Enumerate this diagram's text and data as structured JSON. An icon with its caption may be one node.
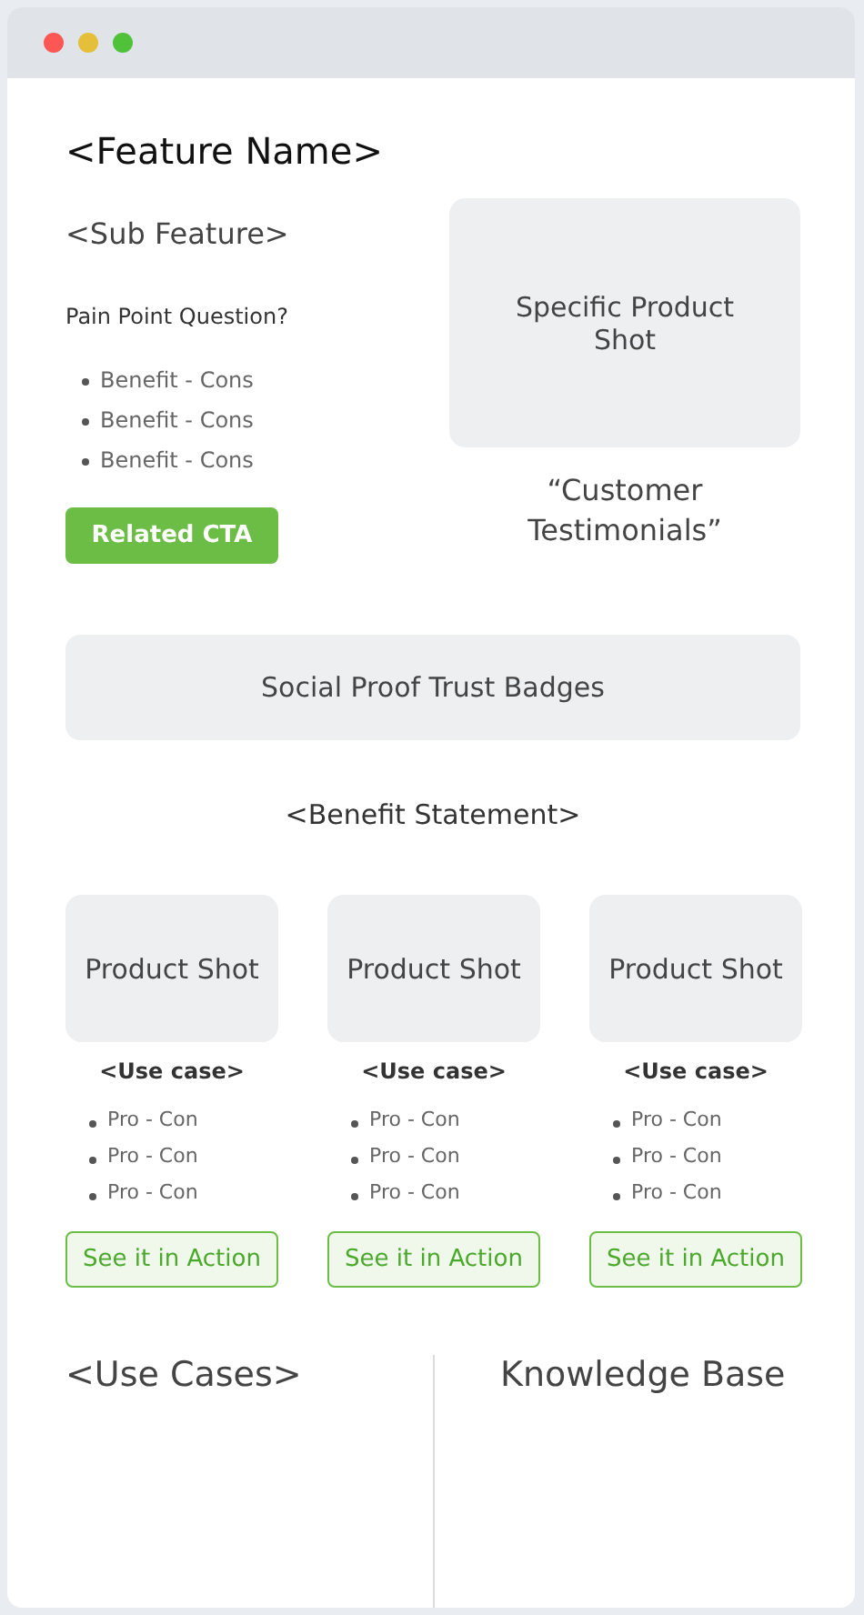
{
  "diagram": {
    "nodes": [
      {
        "text": [
          "Specific Product Shot"
        ]
      },
      {
        "text": [
          "Related CTA"
        ]
      },
      {
        "text": [
          "Social Proof Trust Badges"
        ]
      },
      {
        "text": [
          "Product Shot"
        ]
      },
      {
        "text": [
          "Product Shot"
        ]
      },
      {
        "text": [
          "Product Shot"
        ]
      },
      {
        "text": [
          "See it in Action"
        ]
      },
      {
        "text": [
          "See it in Action"
        ]
      },
      {
        "text": [
          "See it in Action"
        ]
      }
    ],
    "edges": [],
    "labels": [
      "<Feature Name>",
      "<Sub Feature>",
      "Pain Point Question?",
      "Benefit - Cons",
      "Benefit - Cons",
      "Benefit - Cons",
      "“Customer Testimonials”",
      "<Benefit Statement>",
      "<Use case>",
      "<Use case>",
      "<Use case>",
      "Pro - Con",
      "Pro - Con",
      "Pro - Con",
      "Pro - Con",
      "Pro - Con",
      "Pro - Con",
      "Pro - Con",
      "Pro - Con",
      "Pro - Con",
      "<Use Cases>",
      "Knowledge Base"
    ]
  }
}
